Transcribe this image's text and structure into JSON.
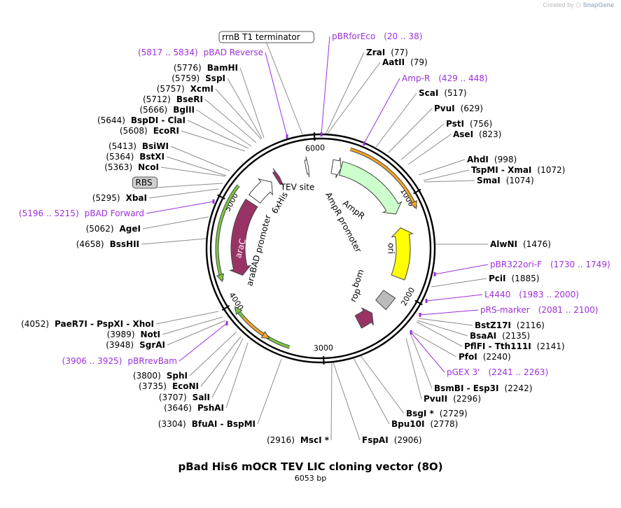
{
  "credit": {
    "prefix": "Created by",
    "brand": "SnapGene"
  },
  "plasmid": {
    "name": "pBad His6 mOCR TEV LIC cloning vector (8O)",
    "length_label": "6053 bp",
    "length": 6053,
    "ticks": [
      "1000",
      "2000",
      "3000",
      "4000",
      "5000",
      "6000"
    ]
  },
  "colors": {
    "site": "#000000",
    "primer": "#9b30d9",
    "line": "#8c8c8c",
    "backbone": "#000000"
  },
  "sites": [
    {
      "name": "rrnB T1 terminator",
      "boxed": true
    },
    {
      "name": "pBRforEco",
      "pos": "(20 .. 38)",
      "type": "primer"
    },
    {
      "name": "ZraI",
      "pos": "(77)"
    },
    {
      "name": "AatII",
      "pos": "(79)"
    },
    {
      "name": "Amp-R",
      "pos": "(429 .. 448)",
      "type": "primer"
    },
    {
      "name": "ScaI",
      "pos": "(517)"
    },
    {
      "name": "PvuI",
      "pos": "(629)"
    },
    {
      "name": "PstI",
      "pos": "(756)"
    },
    {
      "name": "AseI",
      "pos": "(823)"
    },
    {
      "name": "AhdI",
      "pos": "(998)"
    },
    {
      "name": "TspMI - XmaI",
      "pos": "(1072)"
    },
    {
      "name": "SmaI",
      "pos": "(1074)"
    },
    {
      "name": "AlwNI",
      "pos": "(1476)"
    },
    {
      "name": "pBR322ori-F",
      "pos": "(1730 .. 1749)",
      "type": "primer"
    },
    {
      "name": "PciI",
      "pos": "(1885)"
    },
    {
      "name": "L4440",
      "pos": "(1983 .. 2000)",
      "type": "primer"
    },
    {
      "name": "pRS-marker",
      "pos": "(2081 .. 2100)",
      "type": "primer"
    },
    {
      "name": "BstZ17I",
      "pos": "(2116)"
    },
    {
      "name": "BsaAI",
      "pos": "(2135)"
    },
    {
      "name": "PflFI - Tth111I",
      "pos": "(2141)"
    },
    {
      "name": "PfoI",
      "pos": "(2240)"
    },
    {
      "name": "pGEX 3'",
      "pos": "(2241 .. 2263)",
      "type": "primer"
    },
    {
      "name": "BsmBI - Esp3I",
      "pos": "(2242)"
    },
    {
      "name": "PvuII",
      "pos": "(2296)"
    },
    {
      "name": "BsgI *",
      "pos": "(2729)"
    },
    {
      "name": "Bpu10I",
      "pos": "(2778)"
    },
    {
      "name": "FspAI",
      "pos": "(2906)"
    },
    {
      "name": "MscI *",
      "pos": "(2916)"
    },
    {
      "name": "BfuAI - BspMI",
      "pos": "(3304)"
    },
    {
      "name": "PshAI",
      "pos": "(3646)"
    },
    {
      "name": "SalI",
      "pos": "(3707)"
    },
    {
      "name": "EcoNI",
      "pos": "(3735)"
    },
    {
      "name": "SphI",
      "pos": "(3800)"
    },
    {
      "name": "pBRrevBam",
      "pos": "(3906 .. 3925)",
      "type": "primer"
    },
    {
      "name": "SgrAI",
      "pos": "(3948)"
    },
    {
      "name": "NotI",
      "pos": "(3989)"
    },
    {
      "name": "PaeR7I - PspXI - XhoI",
      "pos": "(4052)"
    },
    {
      "name": "BssHII",
      "pos": "(4658)"
    },
    {
      "name": "AgeI",
      "pos": "(5062)"
    },
    {
      "name": "pBAD Forward",
      "pos": "(5196 .. 5215)",
      "type": "primer"
    },
    {
      "name": "XbaI",
      "pos": "(5295)"
    },
    {
      "name": "RBS",
      "boxed": true,
      "gray": true
    },
    {
      "name": "NcoI",
      "pos": "(5363)"
    },
    {
      "name": "BstXI",
      "pos": "(5364)"
    },
    {
      "name": "BsiWI",
      "pos": "(5413)"
    },
    {
      "name": "EcoRI",
      "pos": "(5608)"
    },
    {
      "name": "BspDI - ClaI",
      "pos": "(5644)"
    },
    {
      "name": "BglII",
      "pos": "(5666)"
    },
    {
      "name": "BseRI",
      "pos": "(5712)"
    },
    {
      "name": "XcmI",
      "pos": "(5757)"
    },
    {
      "name": "SspI",
      "pos": "(5759)"
    },
    {
      "name": "BamHI",
      "pos": "(5776)"
    },
    {
      "name": "pBAD Reverse",
      "pos": "(5817 .. 5834)",
      "type": "primer"
    }
  ],
  "features": [
    {
      "name": "AmpR",
      "start": 240,
      "end": 1100,
      "direction": 1,
      "color": "#ccffcc",
      "label_inside": false
    },
    {
      "name": "AmpR promoter",
      "start": 135,
      "end": 240,
      "direction": 1,
      "color": "#ffffff",
      "label_inside": false
    },
    {
      "name": "ori",
      "start": 1270,
      "end": 1860,
      "direction": -1,
      "color": "#ffff00",
      "label_inside": true
    },
    {
      "name": "bom",
      "start": 2080,
      "end": 2240,
      "direction": 0,
      "color": "#bbbbbb",
      "label_inside": false
    },
    {
      "name": "rop",
      "start": 2380,
      "end": 2570,
      "direction": -1,
      "color": "#993366",
      "label_inside": false
    },
    {
      "name": "araC",
      "start": 4220,
      "end": 5100,
      "direction": -1,
      "color": "#993366",
      "label_inside": true
    },
    {
      "name": "araBAD promoter",
      "start": 5160,
      "end": 5440,
      "direction": 1,
      "color": "#ffffff",
      "label_inside": false
    },
    {
      "name": "6xHis",
      "start": 5510,
      "end": 5550,
      "direction": 1,
      "color": "#993366",
      "label_inside": false
    },
    {
      "name": "TEV site",
      "start": 5880,
      "end": 5910,
      "direction": 1,
      "color": "#ffffff",
      "label_inside": false
    }
  ],
  "outer_arcs": [
    {
      "start": 280,
      "end": 1120,
      "direction": 1,
      "color": "#f5a623"
    },
    {
      "start": 3320,
      "end": 3950,
      "direction": 1,
      "color": "#7ac943"
    },
    {
      "start": 3540,
      "end": 3830,
      "direction": -1,
      "color": "#f5a623"
    },
    {
      "start": 4240,
      "end": 5170,
      "direction": -1,
      "color": "#7ac943"
    }
  ]
}
